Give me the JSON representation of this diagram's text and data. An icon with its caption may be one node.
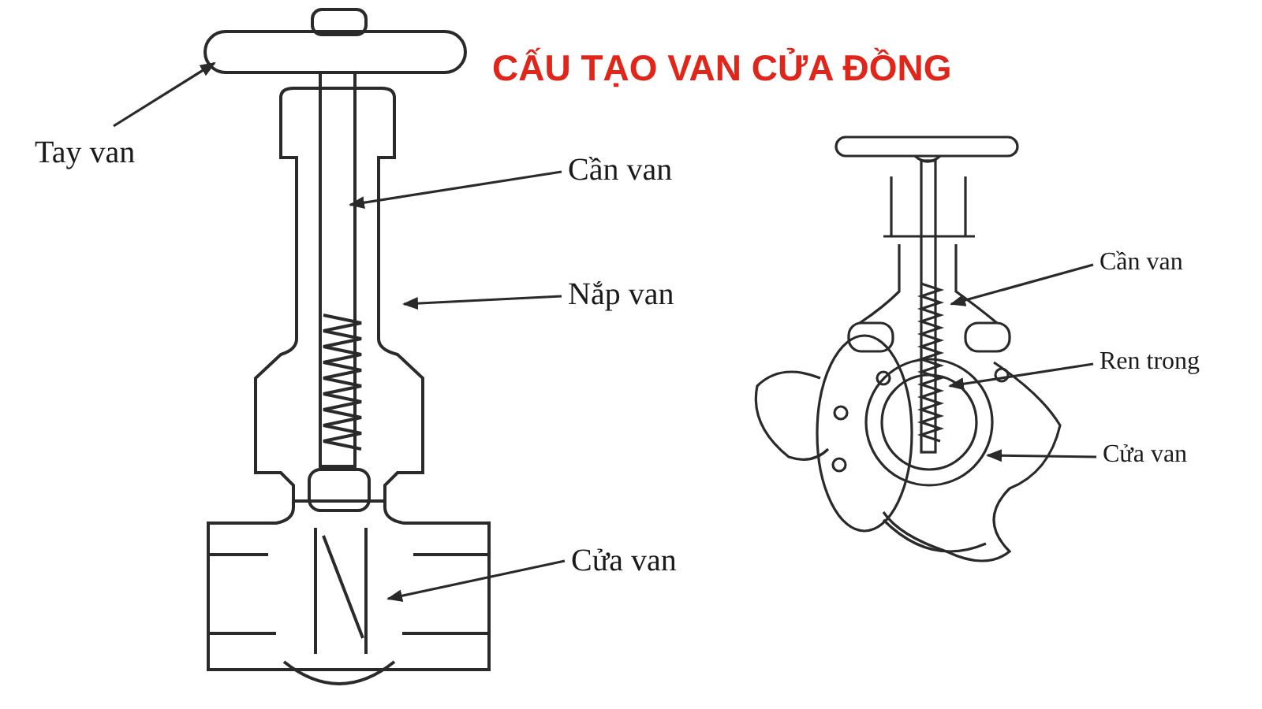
{
  "diagram": {
    "title": "CẤU TẠO VAN CỬA ĐỒNG",
    "nodes": [
      {
        "text": [
          "Tay van"
        ]
      },
      {
        "text": [
          "Cần van"
        ]
      },
      {
        "text": [
          "Nắp van"
        ]
      },
      {
        "text": [
          "Cửa van"
        ]
      },
      {
        "text": [
          "Cần van"
        ]
      },
      {
        "text": [
          "Ren trong"
        ]
      },
      {
        "text": [
          "Cửa van"
        ]
      }
    ],
    "edges": [
      {
        "from": 0,
        "to": null,
        "arrow": "to"
      },
      {
        "from": 1,
        "to": null,
        "arrow": "to"
      },
      {
        "from": 2,
        "to": null,
        "arrow": "to"
      },
      {
        "from": 3,
        "to": null,
        "arrow": "to"
      },
      {
        "from": 4,
        "to": null,
        "arrow": "to"
      },
      {
        "from": 5,
        "to": null,
        "arrow": "to"
      },
      {
        "from": 6,
        "to": null,
        "arrow": "to"
      }
    ]
  }
}
